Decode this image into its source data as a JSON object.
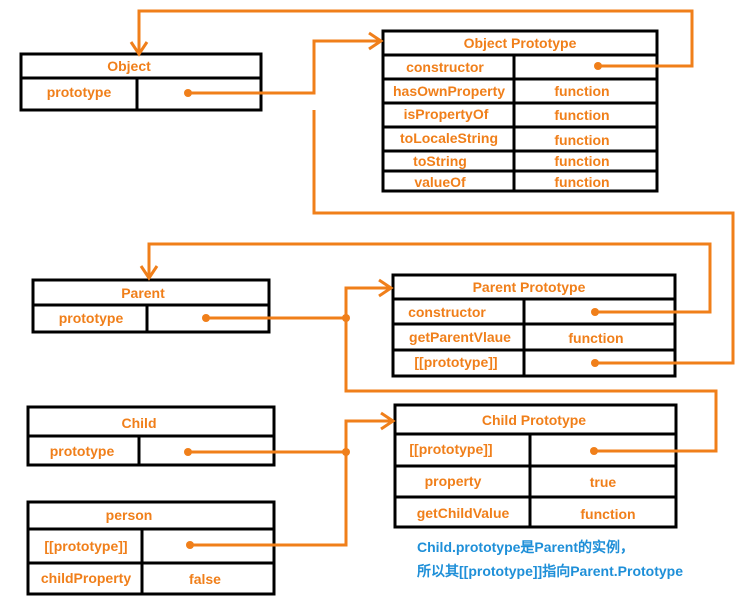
{
  "colors": {
    "accent": "#f07f1a",
    "note": "#1e8fd8",
    "border": "#000000"
  },
  "object": {
    "title": "Object",
    "prototype_label": "prototype"
  },
  "object_prototype": {
    "title": "Object Prototype",
    "rows": [
      {
        "key": "constructor",
        "value": ""
      },
      {
        "key": "hasOwnProperty",
        "value": "function"
      },
      {
        "key": "isPropertyOf",
        "value": "function"
      },
      {
        "key": "toLocaleString",
        "value": "function"
      },
      {
        "key": "toString",
        "value": "function"
      },
      {
        "key": "valueOf",
        "value": "function"
      }
    ]
  },
  "parent": {
    "title": "Parent",
    "prototype_label": "prototype"
  },
  "parent_prototype": {
    "title": "Parent Prototype",
    "rows": [
      {
        "key": "constructor",
        "value": ""
      },
      {
        "key": "getParentVlaue",
        "value": "function"
      },
      {
        "key": "[[prototype]]",
        "value": ""
      }
    ]
  },
  "child": {
    "title": "Child",
    "prototype_label": "prototype"
  },
  "child_prototype": {
    "title": "Child Prototype",
    "rows": [
      {
        "key": "[[prototype]]",
        "value": ""
      },
      {
        "key": "property",
        "value": "true"
      },
      {
        "key": "getChildValue",
        "value": "function"
      }
    ]
  },
  "person": {
    "title": "person",
    "rows": [
      {
        "key": "[[prototype]]",
        "value": ""
      },
      {
        "key": "childProperty",
        "value": "false"
      }
    ]
  },
  "note": {
    "line1": "Child.prototype是Parent的实例，",
    "line2": "所以其[[prototype]]指向Parent.Prototype"
  }
}
